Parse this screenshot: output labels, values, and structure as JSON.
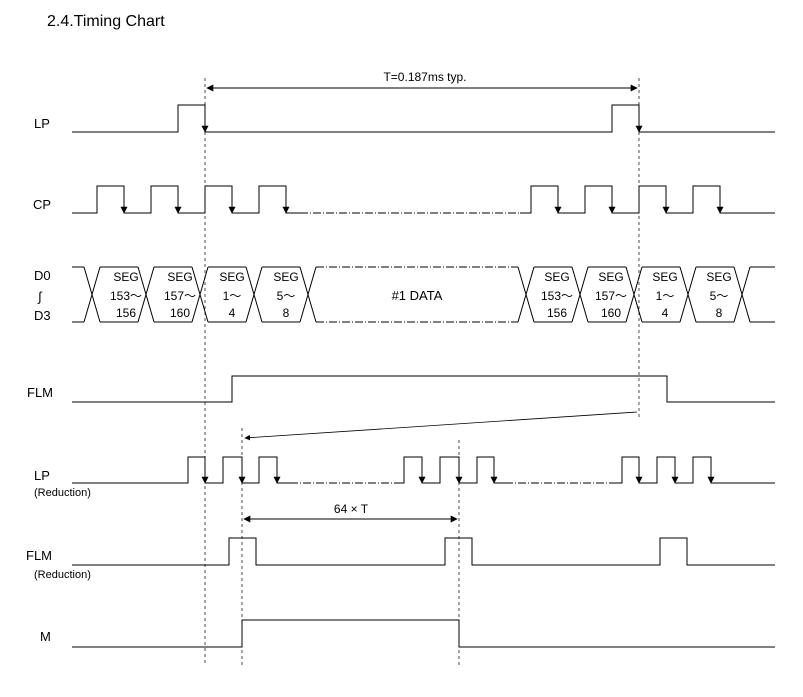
{
  "title": "2.4.Timing Chart",
  "signals": {
    "lp": "LP",
    "cp": "CP",
    "d0": "D0",
    "d_sep": "∫",
    "d3": "D3",
    "flm": "FLM",
    "lp_red": "LP",
    "lp_red_sub": "(Reduction)",
    "flm_red": "FLM",
    "flm_red_sub": "(Reduction)",
    "m": "M"
  },
  "annotations": {
    "period": "T=0.187ms typ.",
    "span": "64 × T"
  },
  "data_bus": {
    "middle": "#1 DATA",
    "segments": [
      {
        "l1": "SEG",
        "l2": "153～",
        "l3": "156"
      },
      {
        "l1": "SEG",
        "l2": "157～",
        "l3": "160"
      },
      {
        "l1": "SEG",
        "l2": "1～",
        "l3": "4"
      },
      {
        "l1": "SEG",
        "l2": "5～",
        "l3": "8"
      },
      {
        "l1": "SEG",
        "l2": "153～",
        "l3": "156"
      },
      {
        "l1": "SEG",
        "l2": "157～",
        "l3": "160"
      },
      {
        "l1": "SEG",
        "l2": "1～",
        "l3": "4"
      },
      {
        "l1": "SEG",
        "l2": "5～",
        "l3": "8"
      }
    ]
  }
}
